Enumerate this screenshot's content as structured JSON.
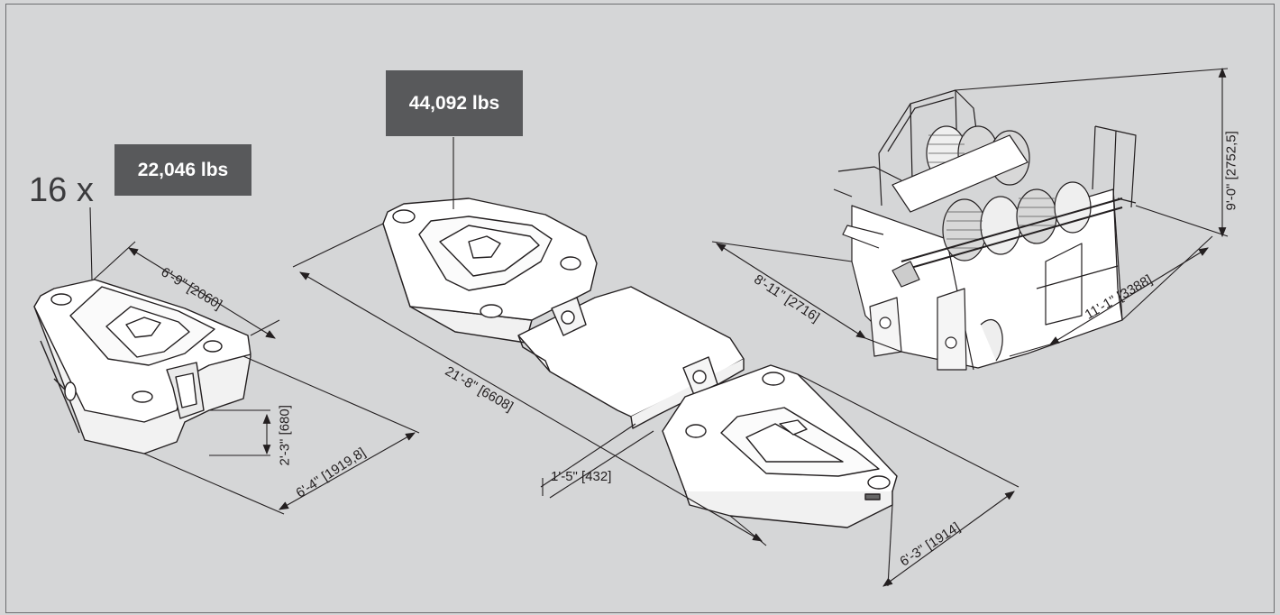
{
  "colors": {
    "background": "#d5d6d7",
    "label_box": "#58595b",
    "label_text": "#ffffff",
    "line": "#231f20"
  },
  "counterweight_small": {
    "quantity": "16 x",
    "weight": "22,046 lbs",
    "dims": {
      "length": "6'-9\" [2060]",
      "height": "2'-3\" [680]",
      "width": "6'-4\" [1919,8]"
    }
  },
  "base_plate": {
    "weight": "44,092 lbs",
    "dims": {
      "length": "21'-8\" [6608]",
      "thickness": "1'-5\" [432]",
      "width": "6'-3\" [1914]"
    }
  },
  "winch_module": {
    "dims": {
      "length": "8'-11\" [2716]",
      "width": "11'-1\" [3388]",
      "height": "9'-0\" [2752,5]"
    }
  }
}
